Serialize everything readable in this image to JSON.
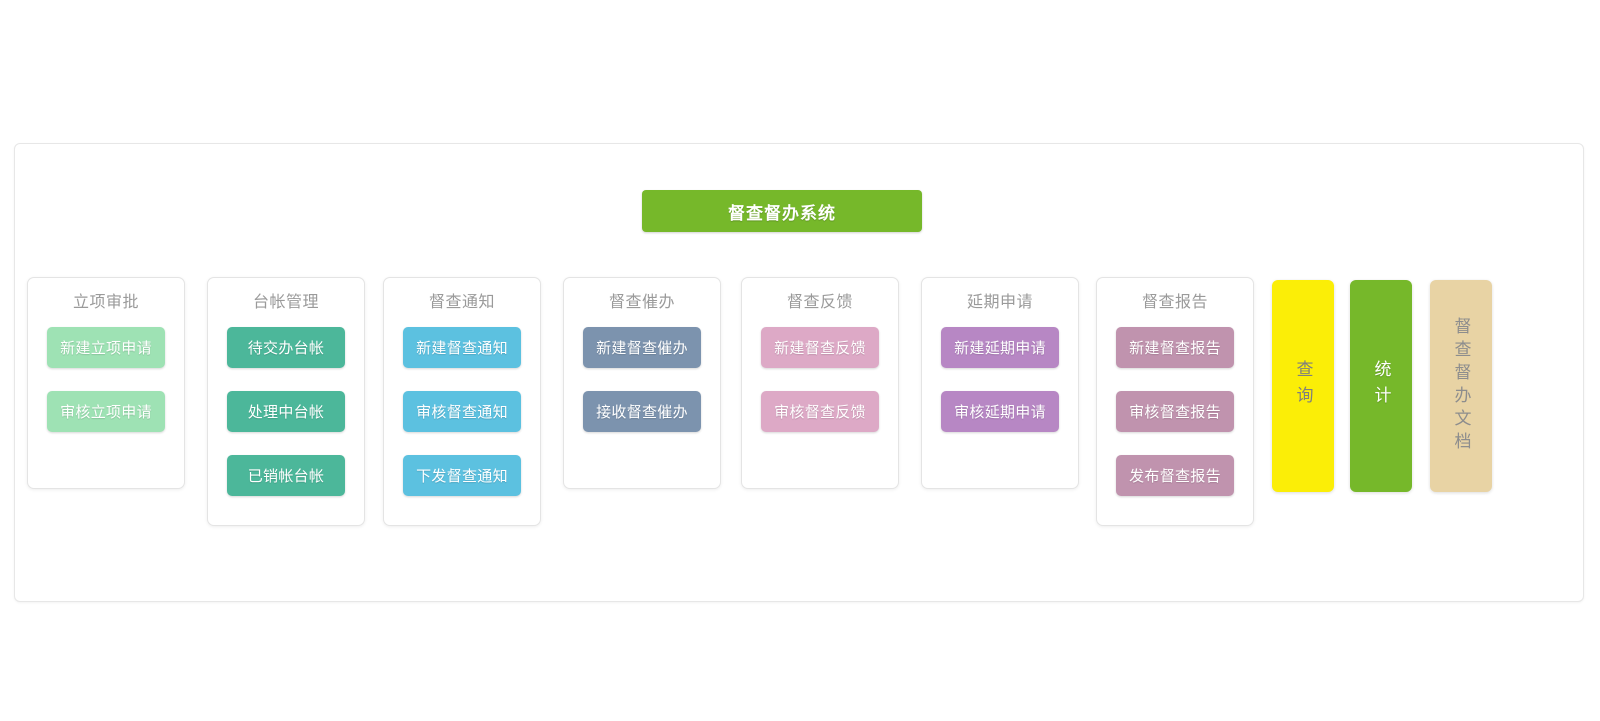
{
  "system": {
    "title": "督查督办系统",
    "title_color": "#76b82a"
  },
  "modules": [
    {
      "header": "立项审批",
      "color": "#9ee2b4",
      "buttons": [
        "新建立项申请",
        "审核立项申请"
      ]
    },
    {
      "header": "台帐管理",
      "color": "#4cb79a",
      "buttons": [
        "待交办台帐",
        "处理中台帐",
        "已销帐台帐"
      ]
    },
    {
      "header": "督查通知",
      "color": "#5cc1e0",
      "buttons": [
        "新建督查通知",
        "审核督查通知",
        "下发督查通知"
      ]
    },
    {
      "header": "督查催办",
      "color": "#7c93ae",
      "buttons": [
        "新建督查催办",
        "接收督查催办"
      ]
    },
    {
      "header": "督查反馈",
      "color": "#dda9c6",
      "buttons": [
        "新建督查反馈",
        "审核督查反馈"
      ]
    },
    {
      "header": "延期申请",
      "color": "#b787c4",
      "buttons": [
        "新建延期申请",
        "审核延期申请"
      ]
    },
    {
      "header": "督查报告",
      "color": "#c093ae",
      "buttons": [
        "新建督查报告",
        "审核督查报告",
        "发布督查报告"
      ]
    }
  ],
  "side_bars": [
    {
      "label": "查询",
      "color": "#fbee07",
      "text_color": "#7f7f7f"
    },
    {
      "label": "统计",
      "color": "#76b82a",
      "text_color": "#ffffff"
    },
    {
      "label": "督查督办文档",
      "color": "#e8d3a4",
      "text_color": "#8d8d8d"
    }
  ]
}
